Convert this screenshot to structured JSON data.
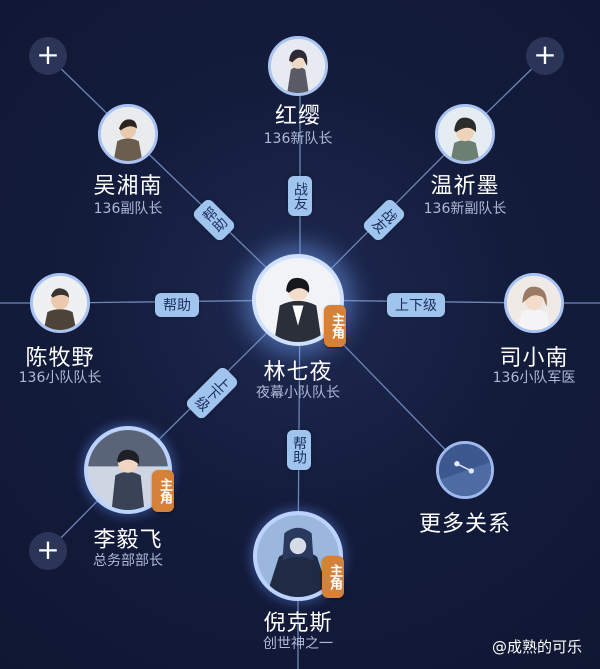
{
  "center": {
    "name": "林七夜",
    "subtitle": "夜幕小队队长",
    "badge": "主角"
  },
  "nodes": [
    {
      "name": "红缨",
      "subtitle": "136新队长"
    },
    {
      "name": "吴湘南",
      "subtitle": "136副队长"
    },
    {
      "name": "温祈墨",
      "subtitle": "136新副队长"
    },
    {
      "name": "陈牧野",
      "subtitle": "136小队队长"
    },
    {
      "name": "司小南",
      "subtitle": "136小队军医"
    },
    {
      "name": "李毅飞",
      "subtitle": "总务部部长",
      "badge": "主角"
    },
    {
      "name": "倪克斯",
      "subtitle": "创世神之一",
      "badge": "主角"
    },
    {
      "name": "更多关系",
      "subtitle": ""
    }
  ],
  "relations": {
    "honying": "战友",
    "wu": "帮助",
    "wen": "战友",
    "chen": "帮助",
    "si": "上下级",
    "li": "上下级",
    "ni": "帮助"
  },
  "add_button": "+",
  "watermark": "@成熟的可乐",
  "colors": {
    "background": "#141c3c",
    "pill": "#9fc4ee",
    "badge": "#d6813a",
    "line": "#6d86b8"
  }
}
